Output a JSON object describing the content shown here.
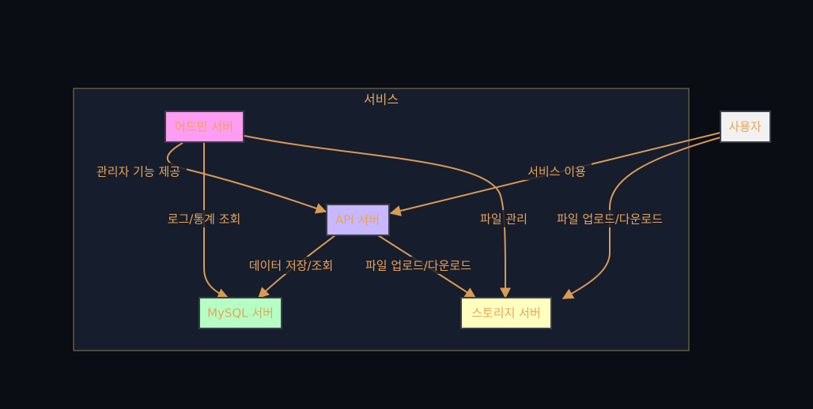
{
  "diagram": {
    "cluster": {
      "label": "서비스"
    },
    "nodes": {
      "admin": {
        "label": "어드민 서버",
        "fill": "#ff9df2",
        "text_color": "#e8a45a"
      },
      "api": {
        "label": "API 서버",
        "fill": "#c7b8ff",
        "text_color": "#e8a45a"
      },
      "mysql": {
        "label": "MySQL 서버",
        "fill": "#b5ffc4",
        "text_color": "#e8a45a"
      },
      "storage": {
        "label": "스토리지 서버",
        "fill": "#ffffbf",
        "text_color": "#e8a45a"
      },
      "user": {
        "label": "사용자",
        "fill": "#f1f1f1",
        "text_color": "#e8a45a"
      }
    },
    "edges": [
      {
        "from": "admin",
        "to": "api",
        "label": "관리자 기능 제공"
      },
      {
        "from": "admin",
        "to": "mysql",
        "label": "로그/통계 조회"
      },
      {
        "from": "admin",
        "to": "storage",
        "label": "파일 관리"
      },
      {
        "from": "user",
        "to": "api",
        "label": "서비스 이용"
      },
      {
        "from": "user",
        "to": "storage",
        "label": "파일 업로드/다운로드"
      },
      {
        "from": "api",
        "to": "mysql",
        "label": "데이터 저장/조회"
      },
      {
        "from": "api",
        "to": "storage",
        "label": "파일 업로드/다운로드"
      }
    ],
    "colors": {
      "background": "#0b0d14",
      "cluster_fill": "#161d2d",
      "edge": "#d99a56",
      "label": "#e8a45a"
    }
  }
}
